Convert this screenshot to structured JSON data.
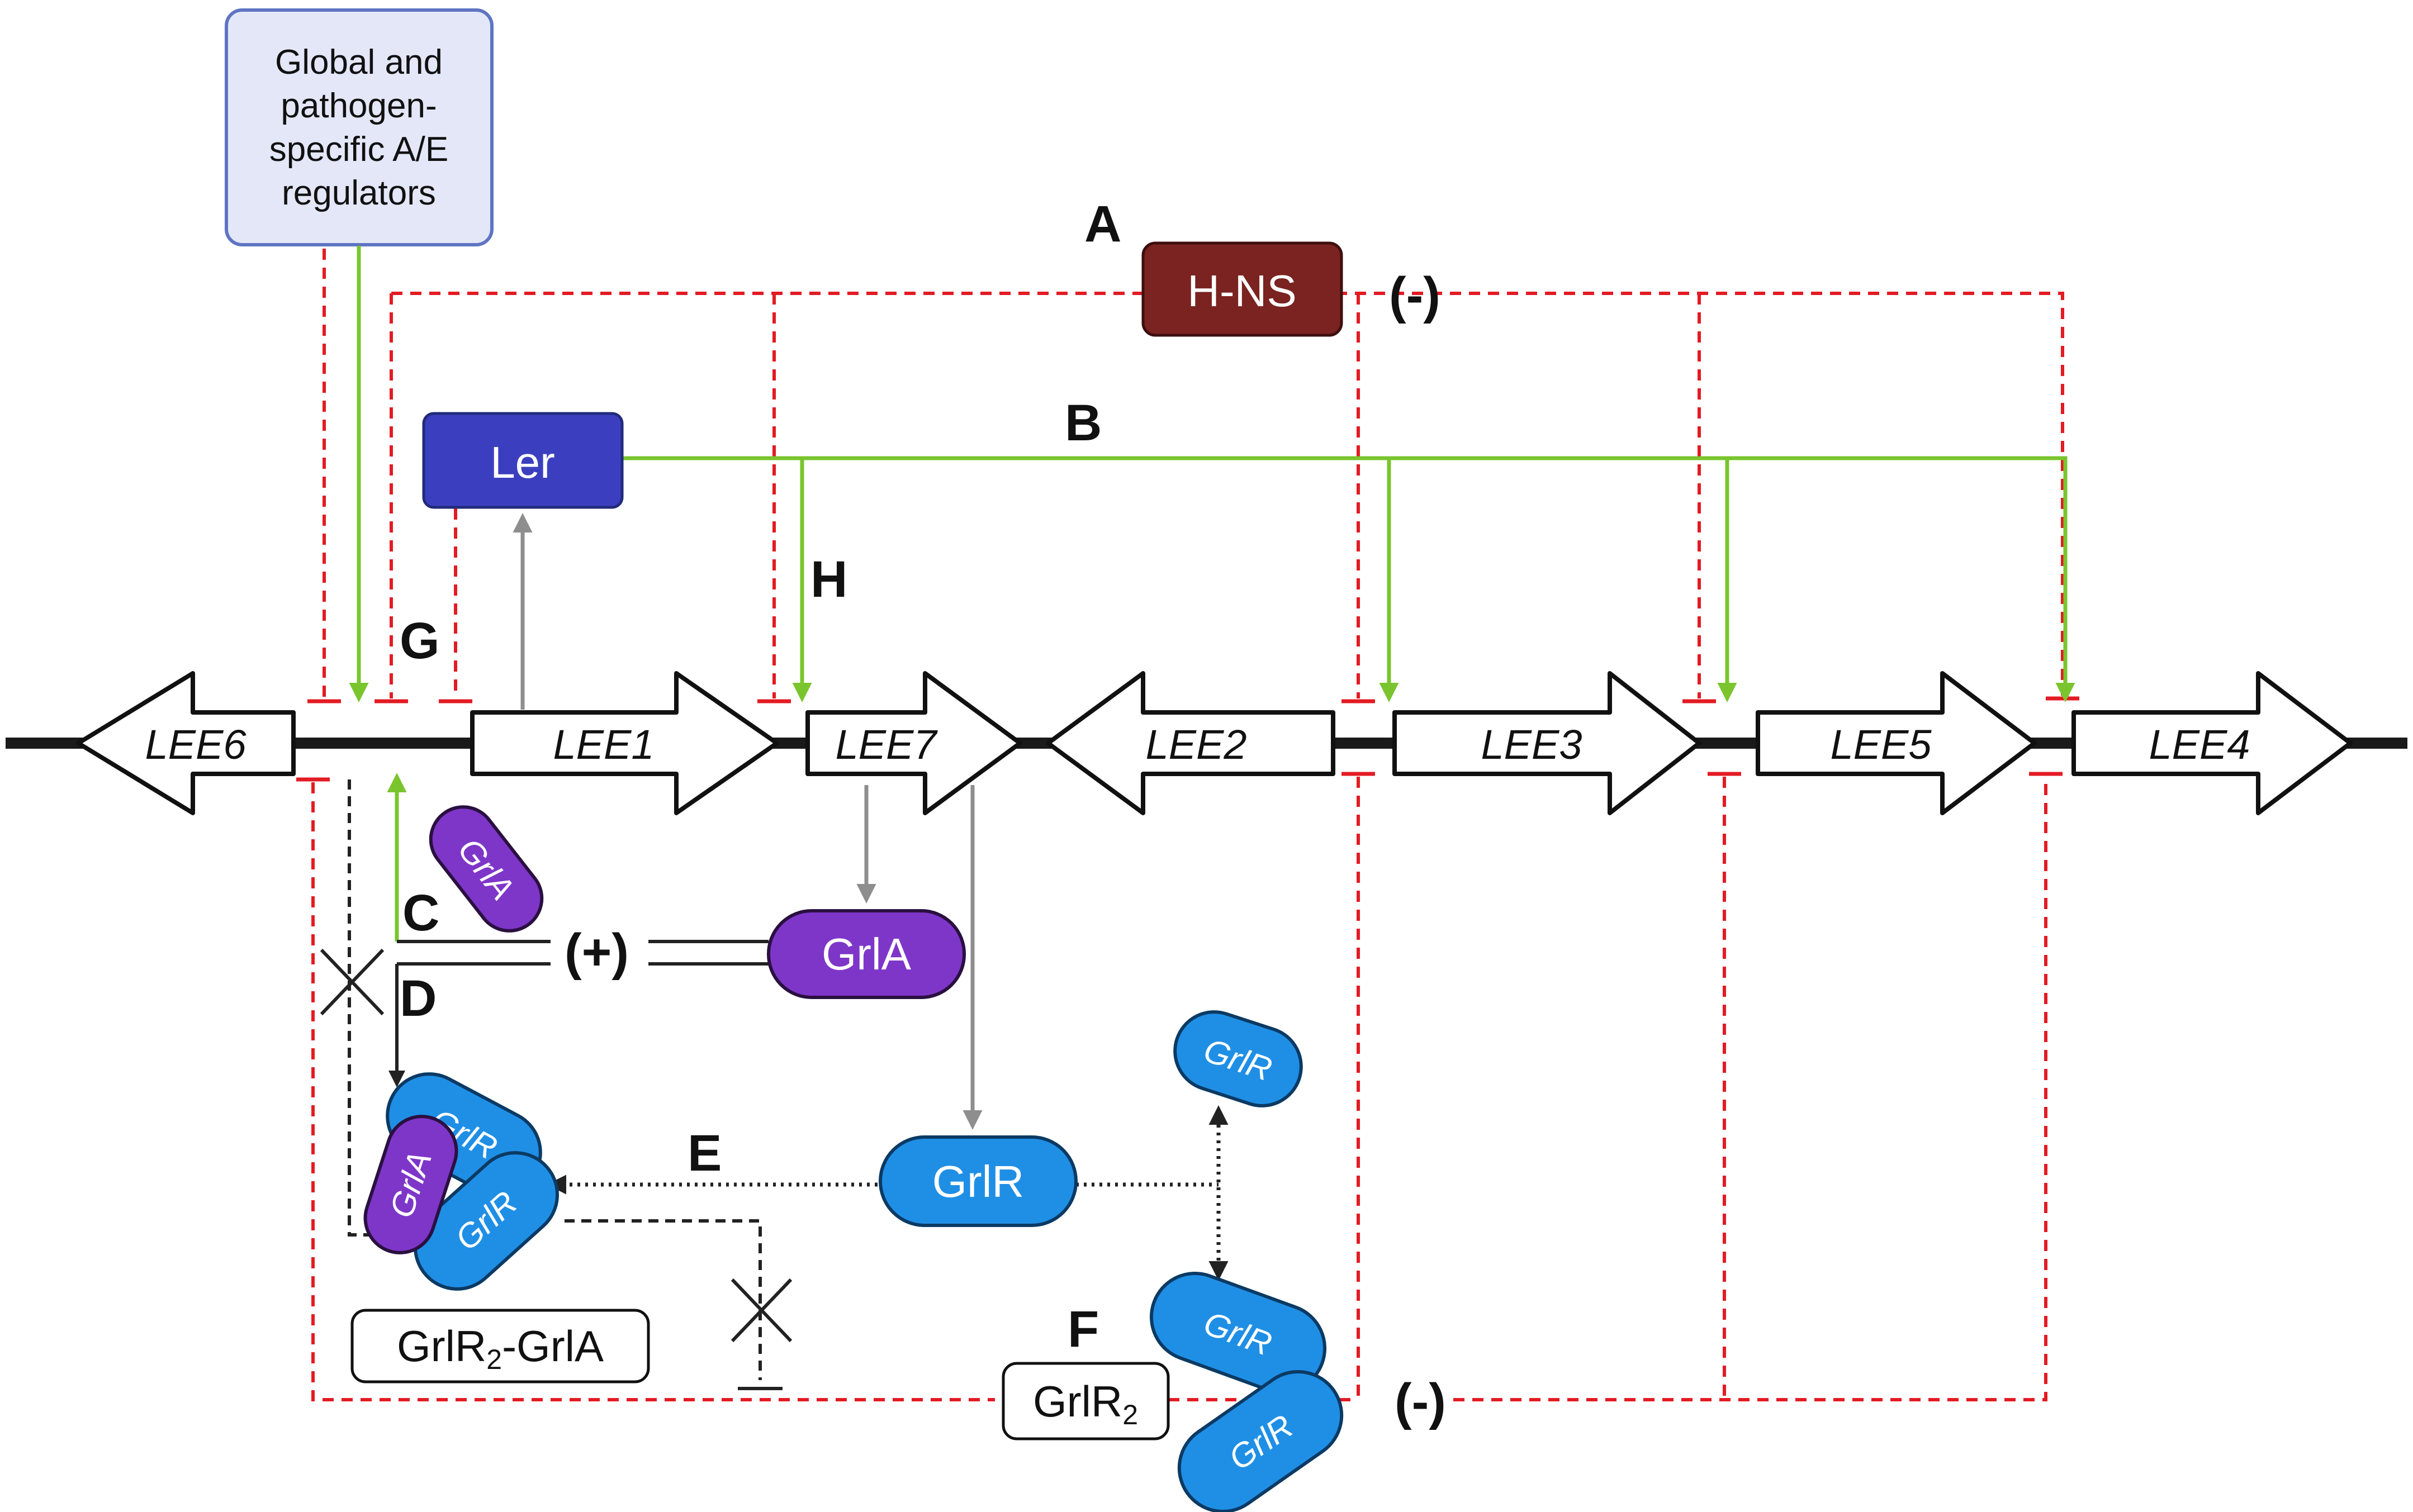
{
  "regulators_box": {
    "lines": [
      "Global and",
      "pathogen-",
      "specific A/E",
      "regulators"
    ]
  },
  "letters": {
    "A": "A",
    "B": "B",
    "C": "C",
    "D": "D",
    "E": "E",
    "F": "F",
    "G": "G",
    "H": "H"
  },
  "signs": {
    "neg": "(-)",
    "pos": "(+)"
  },
  "proteins": {
    "hns": "H-NS",
    "ler": "Ler",
    "grla": "GrlA",
    "grlr": "GrlR"
  },
  "genes": [
    "LEE6",
    "LEE1",
    "LEE7",
    "LEE2",
    "LEE3",
    "LEE5",
    "LEE4"
  ],
  "complexes": {
    "grlr2_grla": {
      "main": "GrlR",
      "sub": "2",
      "tail": "-GrlA"
    },
    "grlr2": {
      "main": "GrlR",
      "sub": "2"
    }
  },
  "colors": {
    "repression": "#e31b23",
    "activation": "#7ac52e",
    "expression": "#8e8e8e",
    "hns_fill": "#7a2320",
    "ler_fill": "#3b3fbf",
    "grla_fill": "#7e36c9",
    "grlr_fill": "#1f8fe6",
    "regulators_fill": "#e3e7f7",
    "regulators_border": "#5f74c3"
  }
}
